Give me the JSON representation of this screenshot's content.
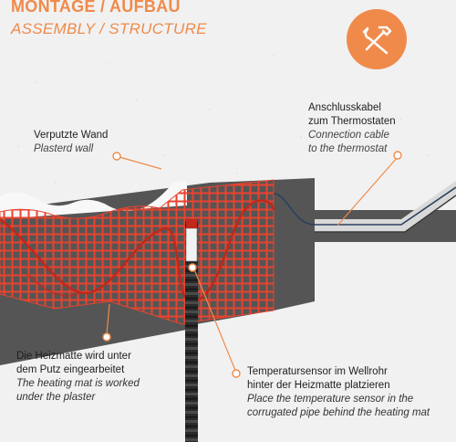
{
  "header": {
    "title": "MONTAGE / AUFBAU",
    "subtitle": "ASSEMBLY / STRUCTURE"
  },
  "badge": {
    "icon": "hammer-wrench-icon",
    "color": "#f08a4b"
  },
  "labels": {
    "wall": {
      "de": "Verputzte Wand",
      "en": "Plasterd wall"
    },
    "cable": {
      "de": [
        "Anschlusskabel",
        "zum Thermostaten"
      ],
      "en": [
        "Connection cable",
        "to the thermostat"
      ]
    },
    "mat": {
      "de": [
        "Die Heizmatte wird unter",
        "dem Putz eingearbeitet"
      ],
      "en": [
        "The heating mat is worked",
        "under the plaster"
      ]
    },
    "sensor": {
      "de": [
        "Temperatursensor im Wellrohr",
        "hinter der Heizmatte platzieren"
      ],
      "en": [
        "Place the temperature sensor in the",
        "corrugated pipe behind the heating mat"
      ]
    }
  },
  "colors": {
    "accent": "#f08a4b",
    "wall": "#555555",
    "mat": "#e8432f",
    "background": "#f1f1f1",
    "plaster": "#f7f7f7"
  }
}
